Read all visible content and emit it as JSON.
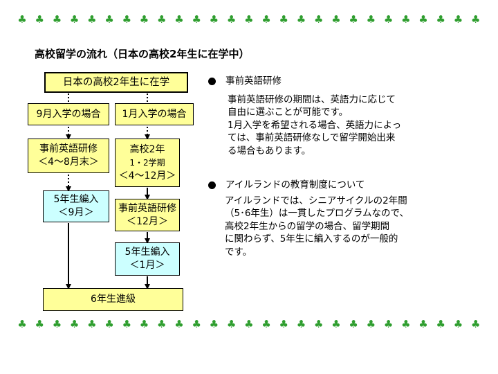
{
  "decoration": {
    "clover_glyph": "♣",
    "clover_color": "#2f9e2f",
    "top_count": 27,
    "bottom_count": 27
  },
  "title": "高校留学の流れ（日本の高校2年生に在学中）",
  "flow": {
    "start": "日本の高校2年生に在学",
    "route_september": {
      "label": "9月入学の場合",
      "pre_training": {
        "line1": "事前英語研修",
        "line2": "＜4～8月末＞"
      },
      "enrollment": {
        "line1": "5年生編入",
        "line2": "＜9月＞"
      }
    },
    "route_january": {
      "label": "1月入学の場合",
      "high_school": {
        "line1": "高校2年",
        "line2": "1・2学期",
        "line3": "＜4～12月＞"
      },
      "pre_training": {
        "line1": "事前英語研修",
        "line2": "＜12月＞"
      },
      "enrollment": {
        "line1": "5年生編入",
        "line2": "＜1月＞"
      }
    },
    "end": "6年生進級"
  },
  "notes": [
    {
      "heading": "事前英語研修",
      "body": "事前英語研修の期間は、英語力に応じて\n自由に選ぶことが可能です。\n1月入学を希望される場合、英語力によっ\nては、事前英語研修なしで留学開始出来\nる場合もあります。"
    },
    {
      "heading": "アイルランドの教育制度について",
      "body": "アイルランドでは、シニアサイクルの2年間\n（5･6年生）は一貫したプログラムなので、\n高校2年生からの留学の場合、留学期間\nに関わらず、5年生に編入するのが一般的\nです。"
    }
  ],
  "colors": {
    "yellow_box": "#ffff99",
    "cyan_box": "#ccffff"
  }
}
